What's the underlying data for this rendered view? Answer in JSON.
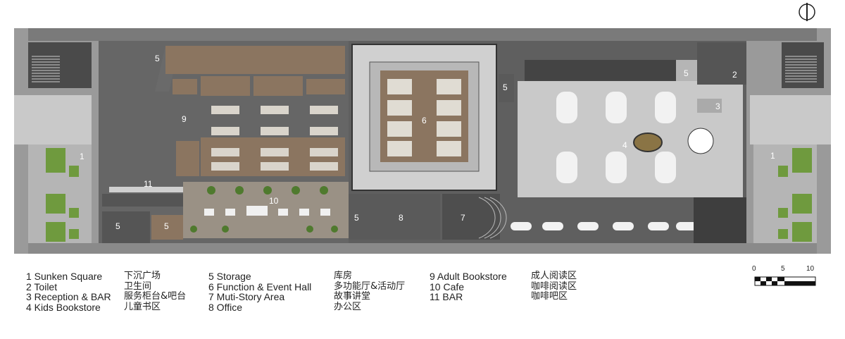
{
  "rooms": {
    "r1": "1",
    "r2": "2",
    "r3": "3",
    "r4": "4",
    "r5": "5",
    "r6": "6",
    "r7": "7",
    "r8": "8",
    "r9": "9",
    "r10": "10",
    "r11": "11"
  },
  "legend": {
    "col1_en": [
      "1 Sunken Square",
      "2 Toilet",
      "3 Reception & BAR",
      "4 Kids Bookstore"
    ],
    "col1_cn": [
      "下沉广场",
      "卫生间",
      "服务柜台&吧台",
      "儿童书区"
    ],
    "col2_en": [
      "5 Storage",
      "6 Function & Event Hall",
      "7 Muti-Story Area",
      "8 Office"
    ],
    "col2_cn": [
      "库房",
      "多功能厅&活动厅",
      "故事讲堂",
      "办公区"
    ],
    "col3_en": [
      "9 Adult Bookstore",
      "10 Cafe",
      "11 BAR"
    ],
    "col3_cn": [
      "成人阅读区",
      "咖啡阅读区",
      "咖啡吧区"
    ]
  },
  "scale": {
    "s0": "0",
    "s5": "5",
    "s10": "10"
  },
  "colors": {
    "floor": "#5f5f5f",
    "wall": "#3a3a3a",
    "wood": "#8b7560",
    "light_floor": "#d0d0d0",
    "green": "#6f9a3e",
    "white": "#ffffff"
  }
}
